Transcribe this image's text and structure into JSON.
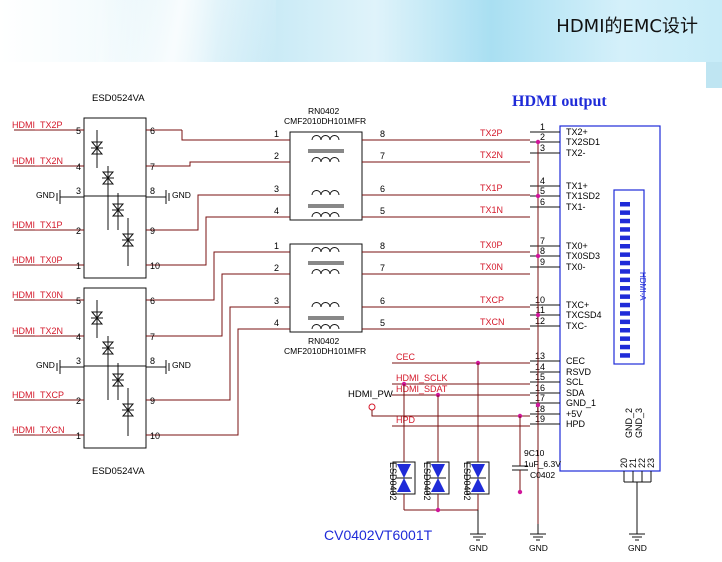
{
  "slide": {
    "title": "HDMI的EMC设计"
  },
  "connector": {
    "title": "HDMI output",
    "pins": [
      {
        "num": "1",
        "name": "TX2+"
      },
      {
        "num": "2",
        "name": "TX2SD1"
      },
      {
        "num": "3",
        "name": "TX2-"
      },
      {
        "num": "4",
        "name": "TX1+"
      },
      {
        "num": "5",
        "name": "TX1SD2"
      },
      {
        "num": "6",
        "name": "TX1-"
      },
      {
        "num": "7",
        "name": "TX0+"
      },
      {
        "num": "8",
        "name": "TX0SD3"
      },
      {
        "num": "9",
        "name": "TX0-"
      },
      {
        "num": "10",
        "name": "TXC+"
      },
      {
        "num": "11",
        "name": "TXCSD4"
      },
      {
        "num": "12",
        "name": "TXC-"
      },
      {
        "num": "13",
        "name": "CEC"
      },
      {
        "num": "14",
        "name": "RSVD"
      },
      {
        "num": "15",
        "name": "SCL"
      },
      {
        "num": "16",
        "name": "SDA"
      },
      {
        "num": "17",
        "name": "GND_1"
      },
      {
        "num": "18",
        "name": "+5V"
      },
      {
        "num": "19",
        "name": "HPD"
      }
    ],
    "gnd_names": [
      "GND_2",
      "GND_3"
    ],
    "gnd_pins": [
      "20",
      "21",
      "22",
      "23"
    ]
  },
  "esd_top": {
    "ref": "ESD0524VA",
    "inputs": [
      {
        "net": "HDMI_TX2P",
        "pin": "5"
      },
      {
        "net": "HDMI_TX2N",
        "pin": "4"
      },
      {
        "net": "HDMI_TX1P",
        "pin": "2"
      },
      {
        "net": "HDMI_TX0P",
        "pin": "1"
      }
    ],
    "outputs": [
      "6",
      "7",
      "9",
      "10"
    ],
    "gnd_left": {
      "net": "GND",
      "pin": "3"
    },
    "gnd_right": {
      "net": "GND",
      "pin": "8"
    }
  },
  "esd_bottom": {
    "ref": "ESD0524VA",
    "inputs": [
      {
        "net": "HDMI_TX0N",
        "pin": "5"
      },
      {
        "net": "HDMI_TX2N",
        "pin": "4"
      },
      {
        "net": "HDMI_TXCP",
        "pin": "2"
      },
      {
        "net": "HDMI_TXCN",
        "pin": "1"
      }
    ],
    "outputs": [
      "6",
      "7",
      "9",
      "10"
    ],
    "gnd_left": {
      "net": "GND",
      "pin": "3"
    },
    "gnd_right": {
      "net": "GND",
      "pin": "8"
    }
  },
  "cmf_top": {
    "ref": "RN0402",
    "part": "CMF2010DH101MFR",
    "lines": [
      {
        "in": "1",
        "out": "8",
        "net": "TX2P"
      },
      {
        "in": "2",
        "out": "7",
        "net": "TX2N"
      },
      {
        "in": "3",
        "out": "6",
        "net": "TX1P"
      },
      {
        "in": "4",
        "out": "5",
        "net": "TX1N"
      }
    ]
  },
  "cmf_bottom": {
    "ref": "RN0402",
    "part": "CMF2010DH101MFR",
    "lines": [
      {
        "in": "1",
        "out": "8",
        "net": "TX0P"
      },
      {
        "in": "2",
        "out": "7",
        "net": "TX0N"
      },
      {
        "in": "3",
        "out": "6",
        "net": "TXCP"
      },
      {
        "in": "4",
        "out": "5",
        "net": "TXCN"
      }
    ]
  },
  "ctrl_nets": [
    "CEC",
    "HDMI_SCLK",
    "HDMI_SDAT",
    "HPD"
  ],
  "hdmi_pw": "HDMI_PW",
  "tvs_labels": [
    "ESD0402",
    "ESD0402",
    "ESD0402"
  ],
  "tvs_part": "CV0402VT6001T",
  "cap": {
    "ref": "9C10",
    "value": "1uF_6.3V",
    "package": "C0402"
  },
  "gnd_label": "GND"
}
